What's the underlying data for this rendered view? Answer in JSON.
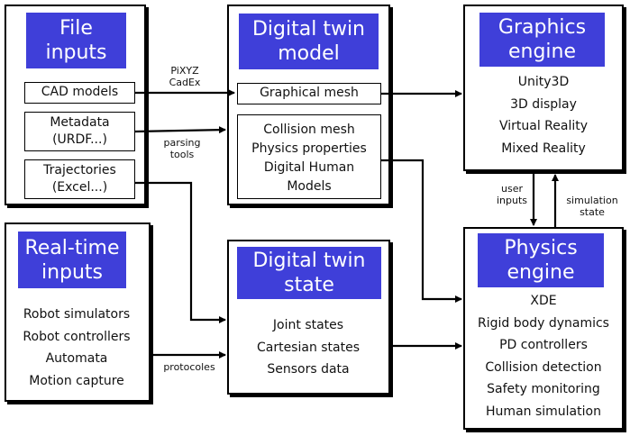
{
  "file_inputs": {
    "title": [
      "File",
      "inputs"
    ],
    "cad_models": "CAD models",
    "metadata": [
      "Metadata",
      "(URDF...)"
    ],
    "trajectories": [
      "Trajectories",
      "(Excel...)"
    ]
  },
  "realtime_inputs": {
    "title": [
      "Real-time",
      "inputs"
    ],
    "items": [
      "Robot simulators",
      "Robot controllers",
      "Automata",
      "Motion capture"
    ]
  },
  "dt_model": {
    "title": [
      "Digital twin",
      "model"
    ],
    "graphical_mesh": "Graphical mesh",
    "items": [
      "Collision mesh",
      "Physics properties",
      "Digital Human",
      "Models"
    ]
  },
  "dt_state": {
    "title": [
      "Digital twin",
      "state"
    ],
    "items": [
      "Joint states",
      "Cartesian states",
      "Sensors data"
    ]
  },
  "graphics_engine": {
    "title": [
      "Graphics",
      "engine"
    ],
    "items": [
      "Unity3D",
      "3D display",
      "Virtual Reality",
      "Mixed Reality"
    ]
  },
  "physics_engine": {
    "title": [
      "Physics",
      "engine"
    ],
    "items": [
      "XDE",
      "Rigid body dynamics",
      "PD controllers",
      "Collision detection",
      "Safety monitoring",
      "Human simulation"
    ]
  },
  "edge_labels": {
    "pixyz": [
      "PiXYZ",
      "CadEx"
    ],
    "parsing": [
      "parsing",
      "tools"
    ],
    "protocoles": "protocoles",
    "user_inputs": [
      "user",
      "inputs"
    ],
    "simulation_state": [
      "simulation",
      "state"
    ]
  }
}
